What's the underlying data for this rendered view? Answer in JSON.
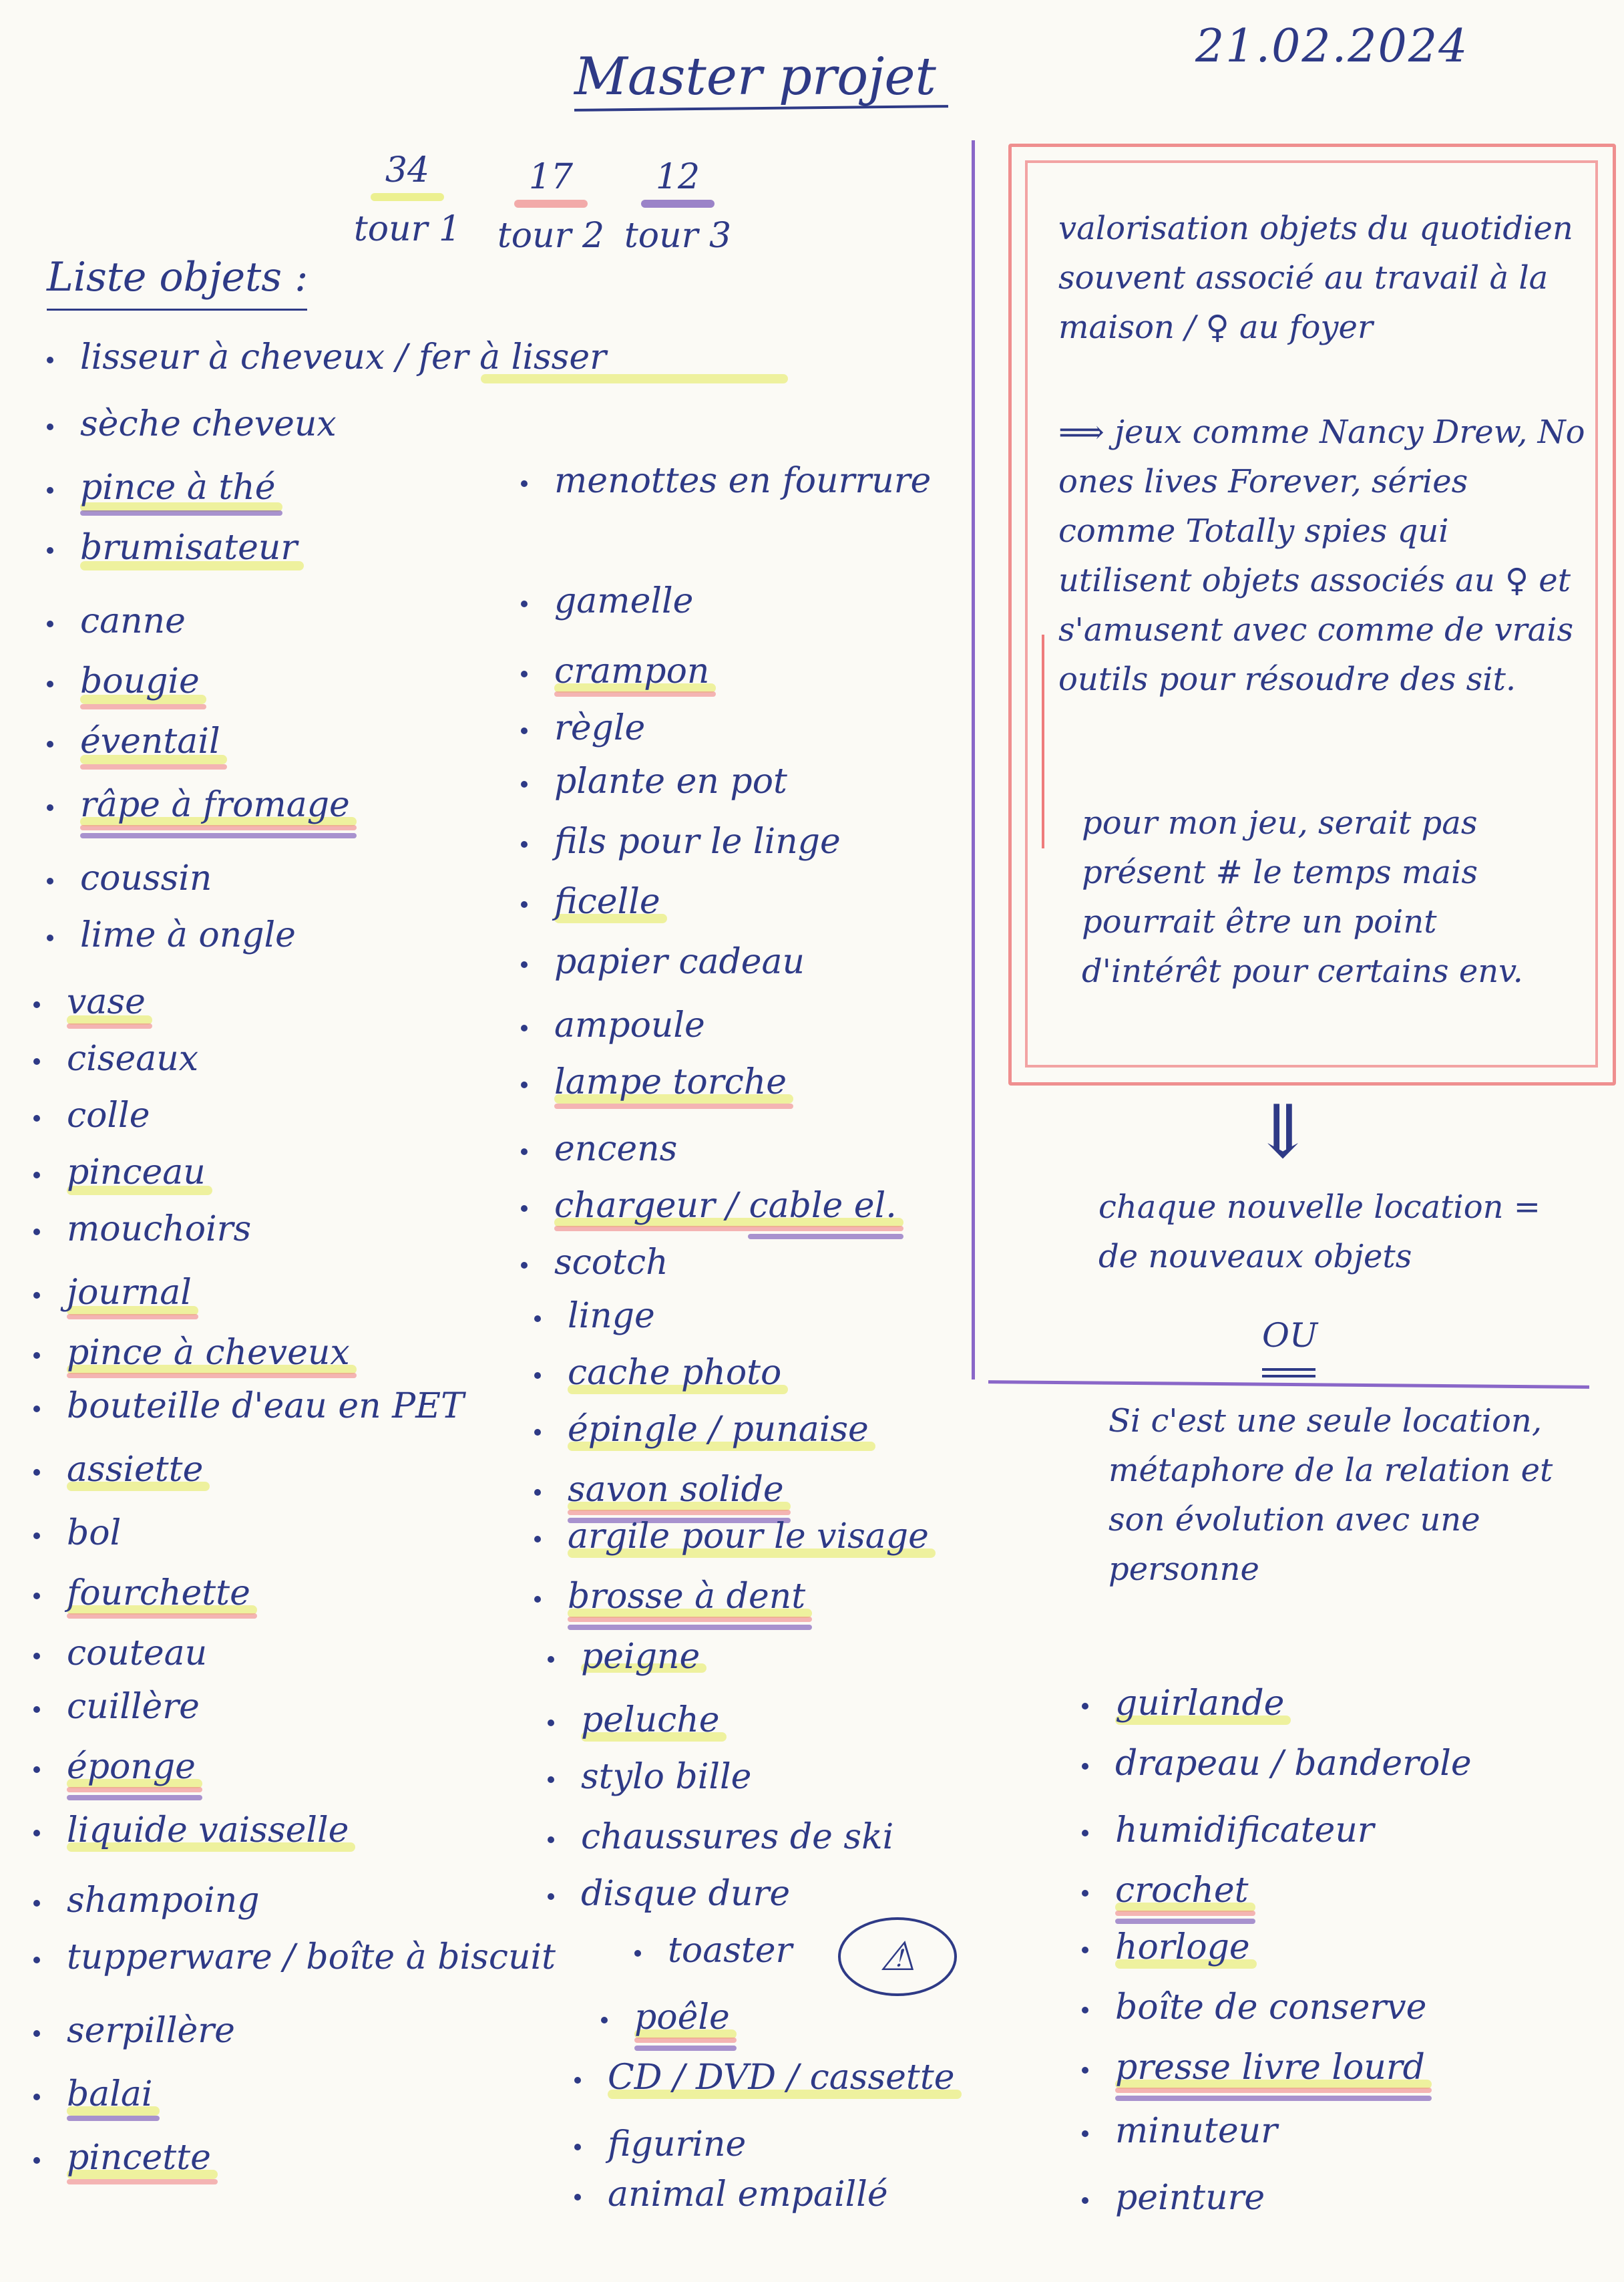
{
  "header": {
    "title": "Master projet",
    "date": "21.02.2024"
  },
  "colors": {
    "ink": "#2e3a86",
    "yellow": "#e7ec6e",
    "pink": "#ef8f8f",
    "purple": "#7b5bb8"
  },
  "tours": [
    {
      "count": "34",
      "label": "tour 1",
      "color": "#e7ec6e"
    },
    {
      "count": "17",
      "label": "tour 2",
      "color": "#ef8f8f"
    },
    {
      "count": "12",
      "label": "tour 3",
      "color": "#7b5bb8"
    }
  ],
  "list_title": "Liste objets :",
  "col1": [
    "lisseur à cheveux / fer à lisser",
    "sèche cheveux",
    "pince à thé",
    "brumisateur",
    "canne",
    "bougie",
    "éventail",
    "râpe à fromage",
    "coussin",
    "lime à ongle",
    "vase",
    "ciseaux",
    "colle",
    "pinceau",
    "mouchoirs",
    "journal",
    "pince à cheveux",
    "bouteille d'eau en PET",
    "assiette",
    "bol",
    "fourchette",
    "couteau",
    "cuillère",
    "éponge",
    "liquide vaisselle",
    "shampoing",
    "tupperware / boîte à biscuit",
    "serpillère",
    "balai",
    "pincette"
  ],
  "col2": [
    "menottes en fourrure",
    "gamelle",
    "crampon",
    "règle",
    "plante en pot",
    "fils pour le linge",
    "ficelle",
    "papier cadeau",
    "ampoule",
    "lampe torche",
    "encens",
    "chargeur / cable el.",
    "scotch",
    "linge",
    "cache photo",
    "épingle / punaise",
    "savon solide",
    "argile pour le visage",
    "brosse à dent",
    "peigne",
    "peluche",
    "stylo bille",
    "chaussures de ski",
    "disque dure",
    "toaster",
    "poêle",
    "CD / DVD / cassette",
    "figurine",
    "animal empaillé"
  ],
  "col3": [
    "guirlande",
    "drapeau / banderole",
    "humidificateur",
    "crochet",
    "horloge",
    "boîte de conserve",
    "presse livre lourd",
    "minuteur",
    "peinture"
  ],
  "box_note": "valorisation objets du quotidien souvent associé au travail à la maison / ♀ au foyer",
  "box_arrow_note": "⟹ jeux comme Nancy Drew, No ones lives Forever, séries comme Totally spies qui utilisent objets associés au ♀ et s'amusent avec comme de vrais outils pour résoudre des sit.",
  "box_second_note": "pour mon jeu, serait pas présent # le temps mais pourrait être un point d'intérêt pour certains env.",
  "below_box_note": "chaque nouvelle location = de nouveaux objets",
  "ou": "OU",
  "alt_note": "Si c'est une seule location, métaphore de la relation et son évolution avec une personne",
  "warning_symbol": "⚠"
}
